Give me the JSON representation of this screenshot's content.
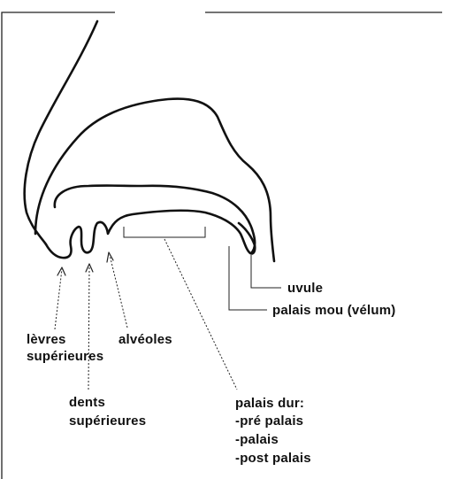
{
  "labels": {
    "uvule": "uvule",
    "palais_mou": "palais mou (vélum)",
    "levres_line1": "lèvres",
    "levres_line2": "supérieures",
    "alveoles": "alvéoles",
    "dents_line1": "dents",
    "dents_line2": "supérieures",
    "palais_dur": "palais dur:",
    "pre_palais": "-pré palais",
    "palais": "-palais",
    "post_palais": "-post palais"
  }
}
